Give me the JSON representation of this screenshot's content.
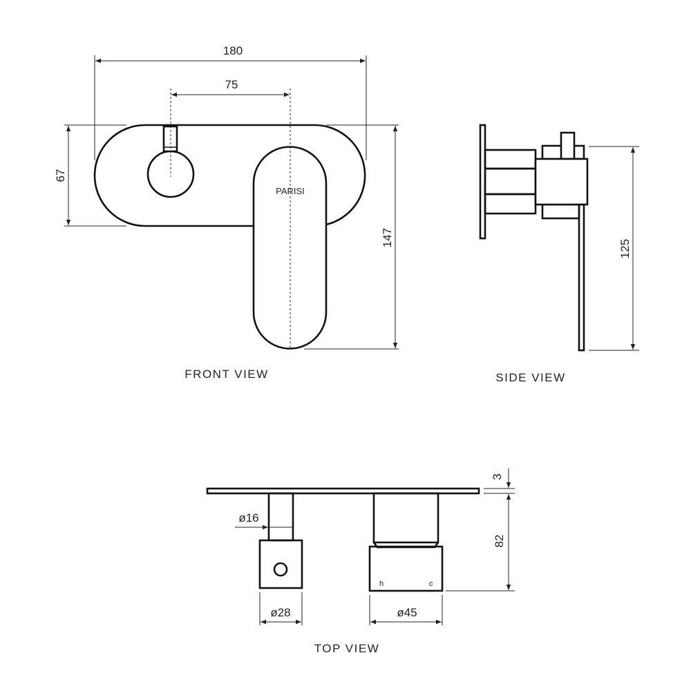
{
  "views": {
    "front": {
      "label": "FRONT VIEW",
      "brand": "PARISI",
      "dims": {
        "width": "180",
        "spacing": "75",
        "plate_height": "67",
        "total_height": "147"
      }
    },
    "side": {
      "label": "SIDE VIEW",
      "dims": {
        "height": "125"
      }
    },
    "top": {
      "label": "TOP VIEW",
      "dims": {
        "plate": "3",
        "depth": "82",
        "stem": "ø16",
        "knob": "ø28",
        "body": "ø45"
      },
      "marks": {
        "hot": "h",
        "cold": "c"
      }
    }
  }
}
